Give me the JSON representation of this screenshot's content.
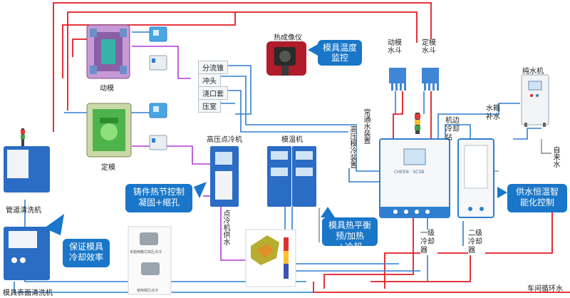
{
  "colors": {
    "pipe_red": "#e11b22",
    "pipe_blue": "#2f7fd0",
    "pipe_purple": "#b03bd0",
    "pipe_gray": "#7c8894",
    "callout_blue": "#1976c8",
    "machine_blue": "#2b6cc4"
  },
  "molds": {
    "moving_label": "动模",
    "fixed_label": "定模"
  },
  "thermal_camera": {
    "label": "热成像仪",
    "callout": "模具温度监控"
  },
  "component_labels": [
    "分流锥",
    "冲头",
    "浇口套",
    "压室"
  ],
  "machines": {
    "high_pressure_spot_cooler": "高压点冷机",
    "mold_temp_controller": "模温机",
    "moving_water_bucket": "动模水斗",
    "fixed_water_bucket": "定模水斗",
    "pure_water_machine": "纯水机",
    "machine_side_cooling_station": "机边冷却站",
    "pipe_cleaner": "管道清洗机",
    "surface_cleaner": "模具表面清洗机",
    "primary_cooler": "一级冷却器",
    "secondary_cooler": "二级冷却器",
    "station_panel_text": "CHEEN · SCSB"
  },
  "pipe_labels": {
    "normal_water": "常通水装置",
    "high_pressure_cooling": "高压模冷装置",
    "spot_cooling_supply": "点冷机供水",
    "water_tank_fill": "水箱补水",
    "tap_water": "自来水",
    "workshop_circulating": "车间循环水"
  },
  "callouts": {
    "casting_hotspot": "铸件热节控制凝固+缩孔",
    "cleaning_efficiency": "保证模具冷却效率",
    "thermal_balance": "模具热平衡预/加热+冷却",
    "constant_temp": "供水恒温智能化控制"
  },
  "small_captions": [
    "米勒两路芯高压点冷",
    "使用铜芯点冷"
  ]
}
